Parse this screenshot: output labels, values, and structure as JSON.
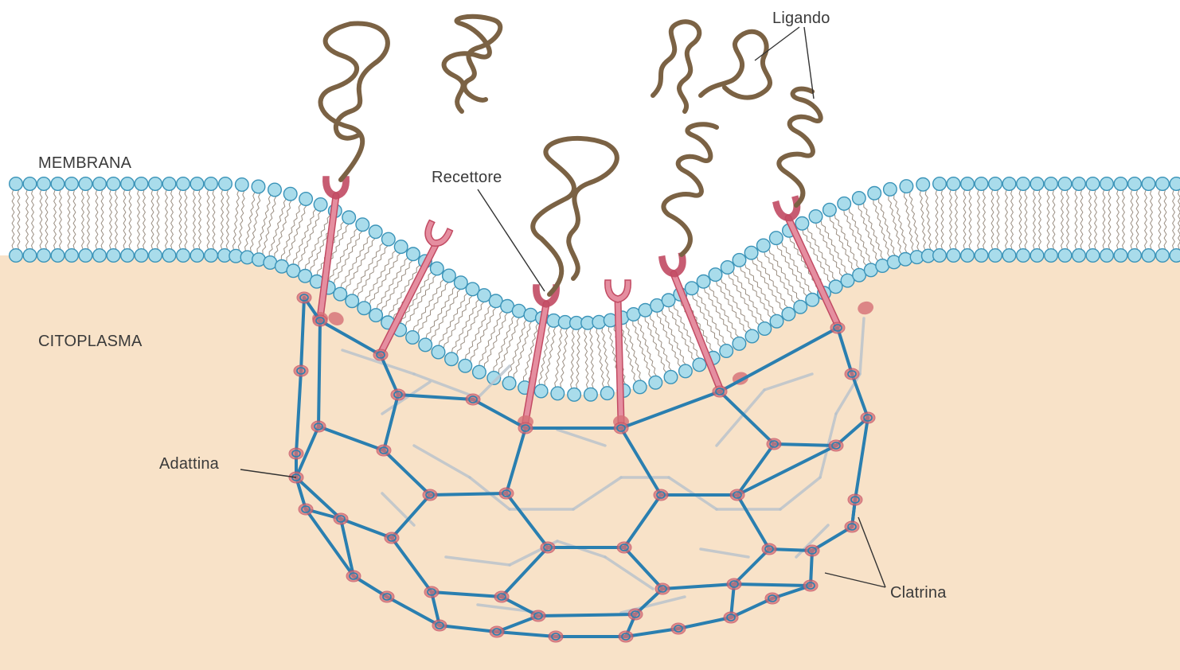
{
  "diagram": {
    "labels": {
      "membrane": "MEMBRANA",
      "cytoplasm": "CITOPLASMA",
      "receptor": "Recettore",
      "ligand": "Ligando",
      "adaptin": "Adattina",
      "clathrin": "Clatrina"
    },
    "colors": {
      "cytoplasm": "#f8e2c8",
      "lipid_head": "#a9dceb",
      "lipid_head_stroke": "#3a93b8",
      "lipid_tail": "#7a6a5a",
      "ligand": "#7b6244",
      "receptor": "#e58ea0",
      "receptor_dark": "#c24b63",
      "clathrin": "#2a7fb0",
      "clathrin_faint": "#b8c2cc",
      "adaptin": "#d46f75",
      "text": "#3a3a3a",
      "leader": "#333333"
    }
  }
}
